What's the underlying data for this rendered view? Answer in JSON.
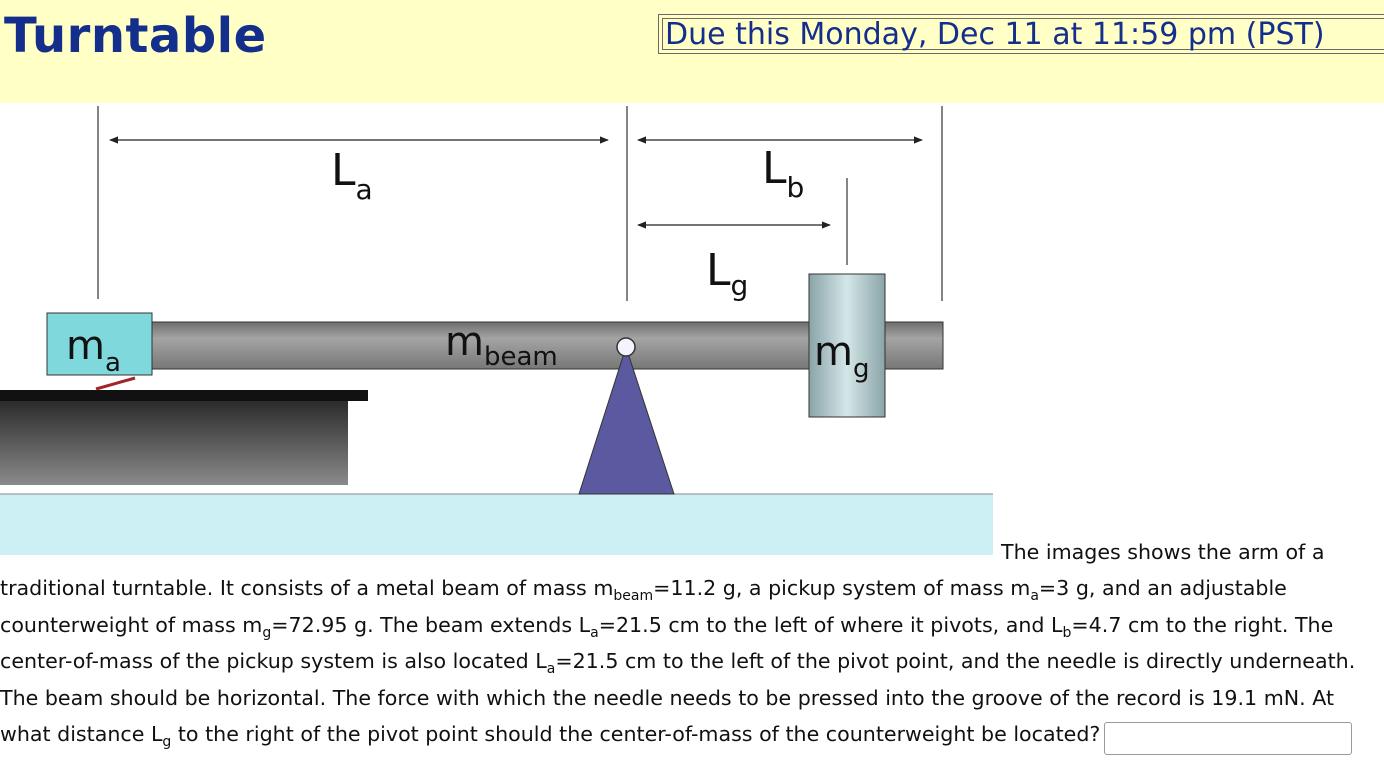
{
  "header": {
    "title": "Turntable",
    "due": "Due this Monday, Dec 11 at 11:59 pm (PST)"
  },
  "figure": {
    "labels": {
      "La_main": "L",
      "La_sub": "a",
      "Lb_main": "L",
      "Lb_sub": "b",
      "Lg_main": "L",
      "Lg_sub": "g",
      "ma_main": "m",
      "ma_sub": "a",
      "mbeam_main": "m",
      "mbeam_sub": "beam",
      "mg_main": "m",
      "mg_sub": "g"
    },
    "colors": {
      "beam": "#8c8c8c",
      "pickup": "#7fd8dc",
      "counterweight": "#a9bfc3",
      "pivot": "#5b5aa0",
      "ground": "#cdeff2",
      "platter": "#555555"
    }
  },
  "problem": {
    "p1": "The images shows the arm of a",
    "p2": "traditional turntable. It consists of a metal beam of mass m",
    "p2_sub": "beam",
    "p3": "=11.2 g, a pickup system of mass m",
    "p3_sub": "a",
    "p4": "=3 g, and an adjustable counterweight of mass m",
    "p4_sub": "g",
    "p5": "=72.95 g. The beam extends L",
    "p5_sub": "a",
    "p6": "=21.5 cm to the left of where it pivots, and L",
    "p6_sub": "b",
    "p7": "=4.7 cm to the right. The center-of-mass of the pickup system is also located L",
    "p7_sub": "a",
    "p8": "=21.5 cm to the left of the pivot point, and the needle is directly underneath. The beam should be horizontal. The force with which the needle needs to be pressed into the groove of the record is 19.1 mN. At what distance L",
    "p8_sub": "g",
    "p9": " to the right of the pivot point should the center-of-mass of the counterweight be located?"
  },
  "answer": {
    "value": ""
  }
}
